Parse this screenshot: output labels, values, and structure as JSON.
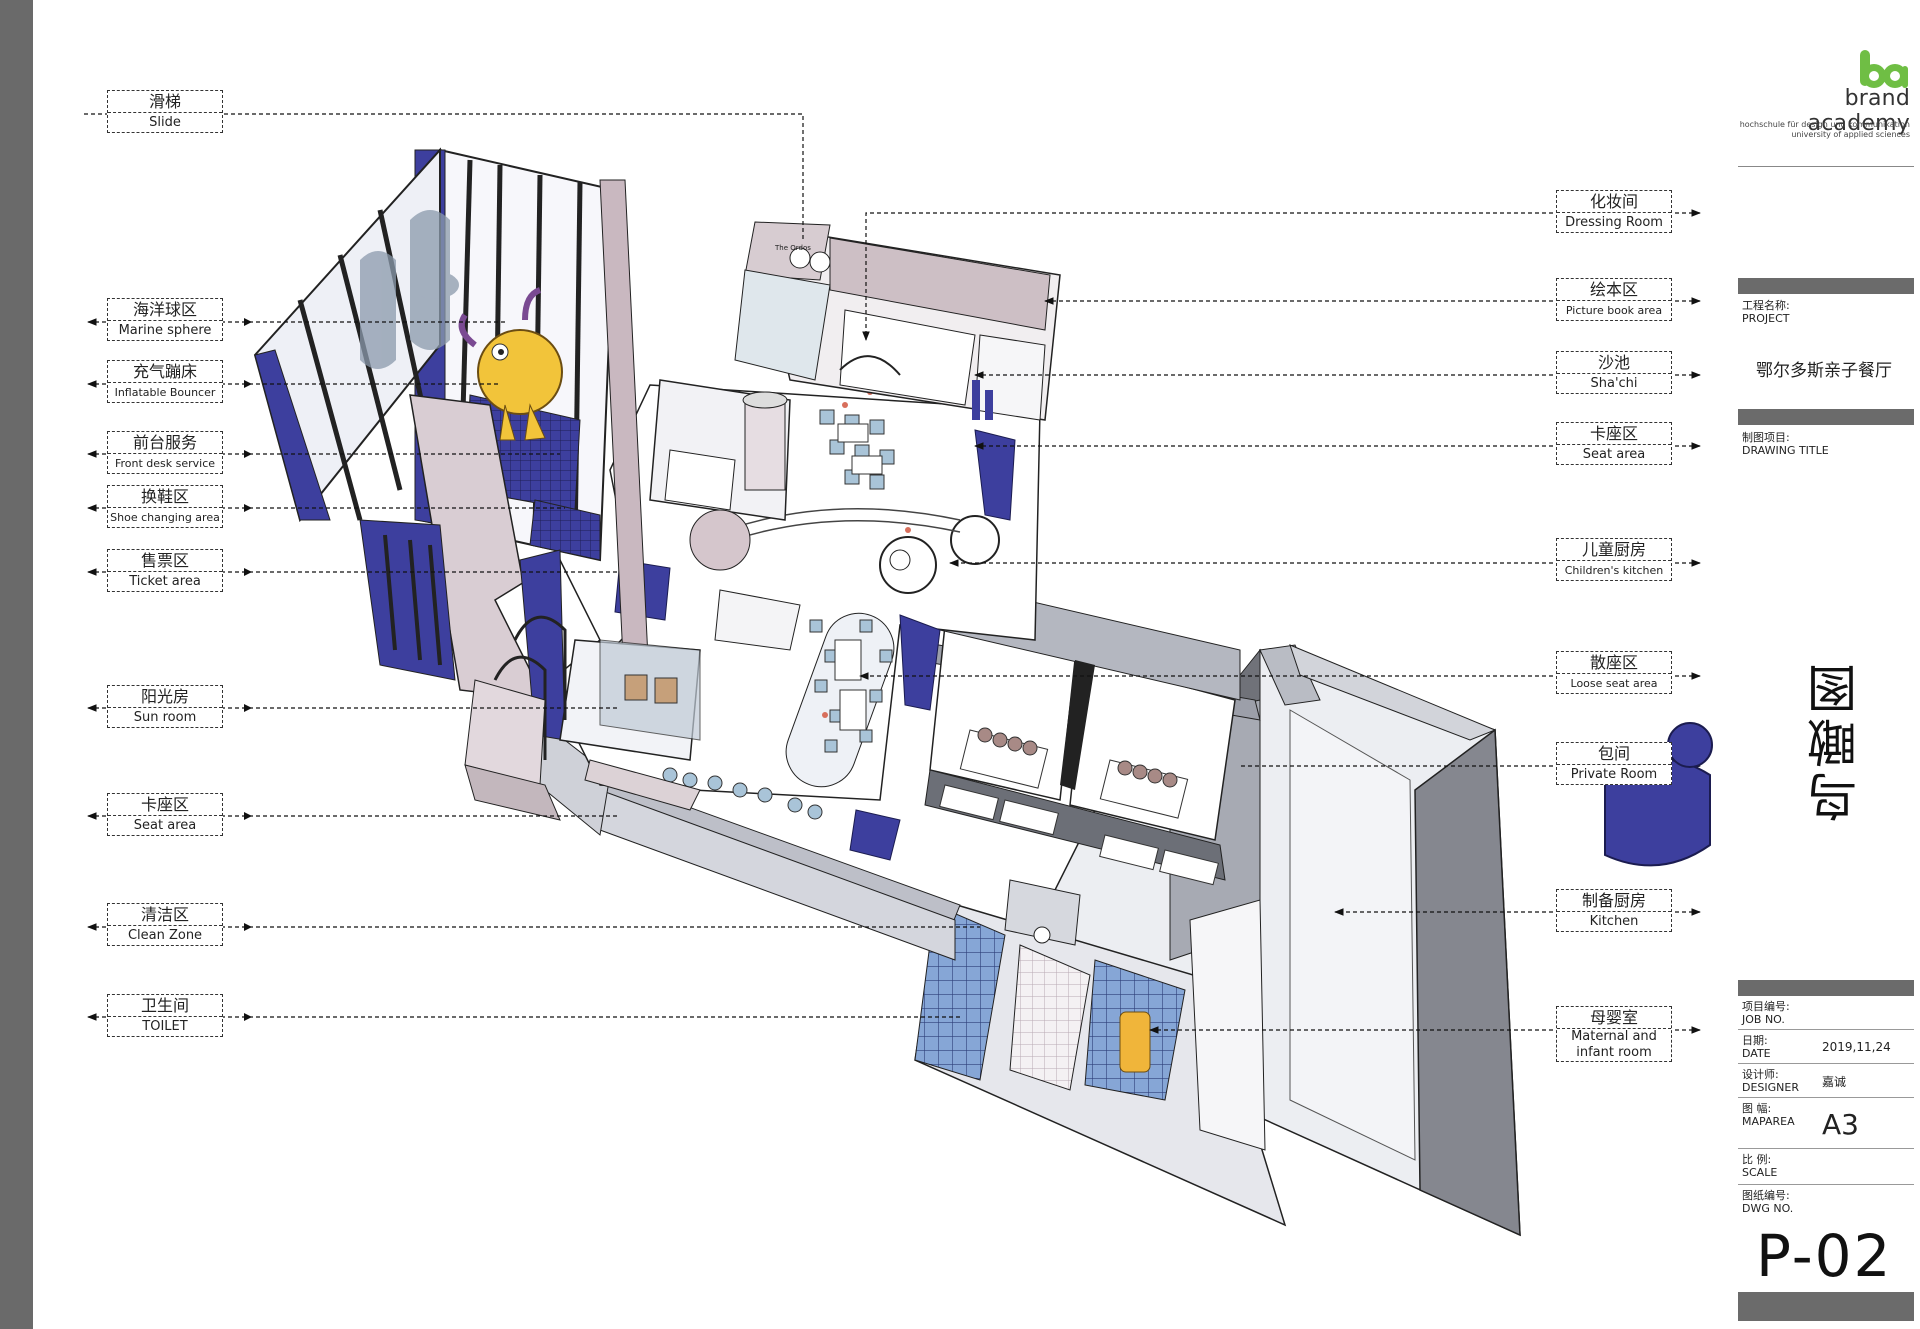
{
  "callouts_left": [
    {
      "zh": "滑梯",
      "en": "Slide"
    },
    {
      "zh": "海洋球区",
      "en": "Marine sphere"
    },
    {
      "zh": "充气蹦床",
      "en": "Inflatable Bouncer"
    },
    {
      "zh": "前台服务",
      "en": "Front desk service"
    },
    {
      "zh": "换鞋区",
      "en": "Shoe changing area"
    },
    {
      "zh": "售票区",
      "en": "Ticket area"
    },
    {
      "zh": "阳光房",
      "en": "Sun room"
    },
    {
      "zh": "卡座区",
      "en": "Seat area"
    },
    {
      "zh": "清洁区",
      "en": "Clean Zone"
    },
    {
      "zh": "卫生间",
      "en": "TOILET"
    }
  ],
  "callouts_right": [
    {
      "zh": "化妆间",
      "en": "Dressing Room"
    },
    {
      "zh": "绘本区",
      "en": "Picture book area"
    },
    {
      "zh": "沙池",
      "en": "Sha'chi"
    },
    {
      "zh": "卡座区",
      "en": "Seat area"
    },
    {
      "zh": "儿童厨房",
      "en": "Children's kitchen"
    },
    {
      "zh": "散座区",
      "en": "Loose seat area"
    },
    {
      "zh": "包间",
      "en": "Private Room"
    },
    {
      "zh": "制备厨房",
      "en": "Kitchen"
    },
    {
      "zh": "母婴室",
      "en": "Maternal and infant room"
    }
  ],
  "plan_texts": {
    "sign": "The Ordos"
  },
  "title_block": {
    "logo_letters": "ba",
    "brand": "brand academy",
    "brand_sub_1": "hochschule für design und kommunikation",
    "brand_sub_2": "university of applied sciences",
    "project_label_zh": "工程名称:",
    "project_label_en": "PROJECT",
    "project_value": "鄂尔多斯亲子餐厅",
    "drawing_label_zh": "制图项目:",
    "drawing_label_en": "DRAWING TITLE",
    "drawing_title": "鸟瞰图",
    "job_label_zh": "项目编号:",
    "job_label_en": "JOB NO.",
    "date_label_zh": "日期:",
    "date_label_en": "DATE",
    "date_value": "2019,11,24",
    "designer_label_zh": "设计师:",
    "designer_label_en": "DESIGNER",
    "designer_value": "嘉诚",
    "maparea_label_zh": "图 幅:",
    "maparea_label_en": "MAPAREA",
    "maparea_value": "A3",
    "scale_label_zh": "比 例:",
    "scale_label_en": "SCALE",
    "dwg_label_zh": "图纸编号:",
    "dwg_label_en": "DWG NO.",
    "dwg_value": "P-02"
  },
  "colors": {
    "accent_blue": "#3d3f9e",
    "wall_gray": "#9a9ca8",
    "pink_gray": "#c9b8c0",
    "monster_yellow": "#f2c43a",
    "tile_blue": "#7f9fd0",
    "chair_blue": "#a9c4d8"
  }
}
